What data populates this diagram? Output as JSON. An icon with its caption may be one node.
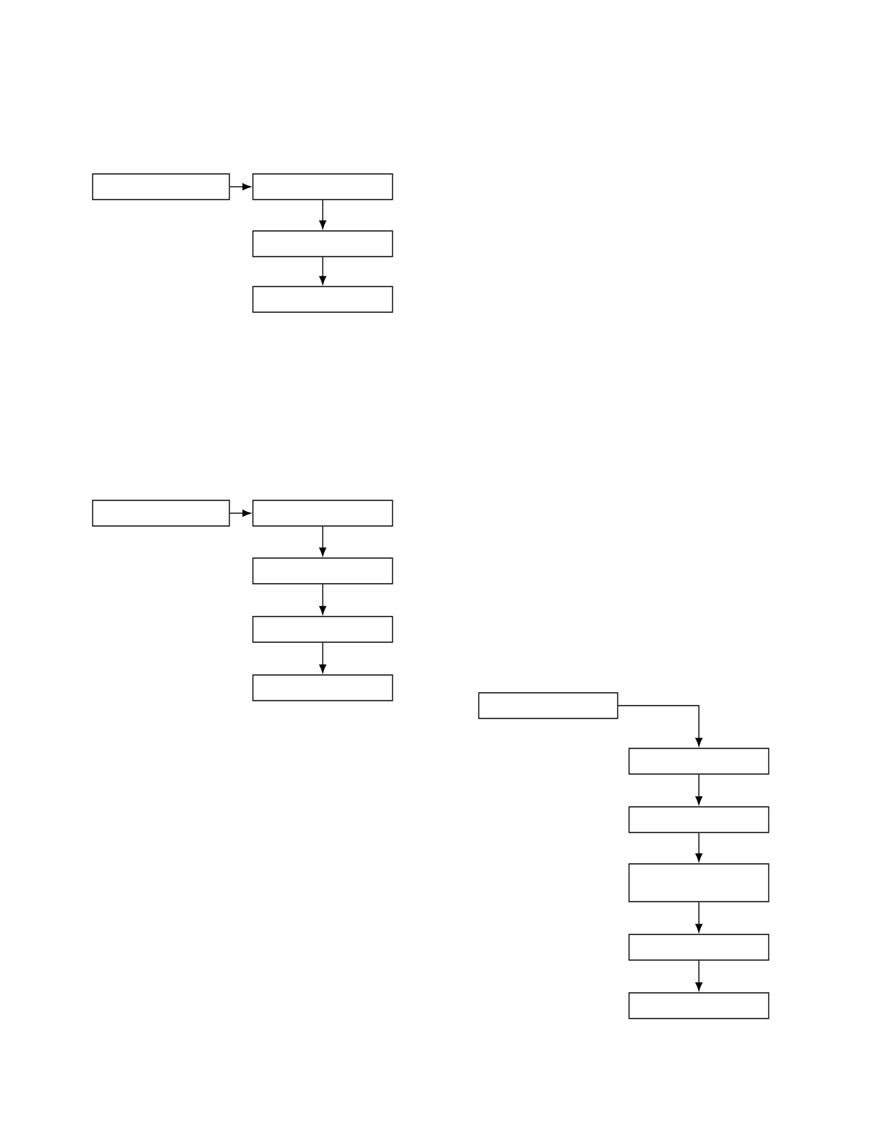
{
  "diagram": {
    "nodes": [
      {
        "text": [],
        "shape": "box"
      },
      {
        "text": [],
        "shape": "box"
      },
      {
        "text": [],
        "shape": "box"
      },
      {
        "text": [],
        "shape": "box"
      },
      {
        "text": [],
        "shape": "box"
      },
      {
        "text": [],
        "shape": "box"
      },
      {
        "text": [],
        "shape": "box"
      },
      {
        "text": [],
        "shape": "box"
      },
      {
        "text": [],
        "shape": "box"
      },
      {
        "text": [],
        "shape": "box"
      },
      {
        "text": [],
        "shape": "box"
      },
      {
        "text": [],
        "shape": "box"
      },
      {
        "text": [],
        "shape": "box"
      },
      {
        "text": [],
        "shape": "box"
      },
      {
        "text": [],
        "shape": "box"
      }
    ],
    "edges": [
      {
        "from": 0,
        "to": 1,
        "arrow": "to"
      },
      {
        "from": 1,
        "to": 2,
        "arrow": "to"
      },
      {
        "from": 2,
        "to": 3,
        "arrow": "to"
      },
      {
        "from": 4,
        "to": 5,
        "arrow": "to"
      },
      {
        "from": 5,
        "to": 6,
        "arrow": "to"
      },
      {
        "from": 6,
        "to": 7,
        "arrow": "to"
      },
      {
        "from": 7,
        "to": 8,
        "arrow": "to"
      },
      {
        "from": 9,
        "to": 10,
        "arrow": "to"
      },
      {
        "from": 10,
        "to": 11,
        "arrow": "to"
      },
      {
        "from": 11,
        "to": 12,
        "arrow": "to"
      },
      {
        "from": 12,
        "to": 13,
        "arrow": "to"
      },
      {
        "from": 13,
        "to": 14,
        "arrow": "to"
      }
    ]
  }
}
